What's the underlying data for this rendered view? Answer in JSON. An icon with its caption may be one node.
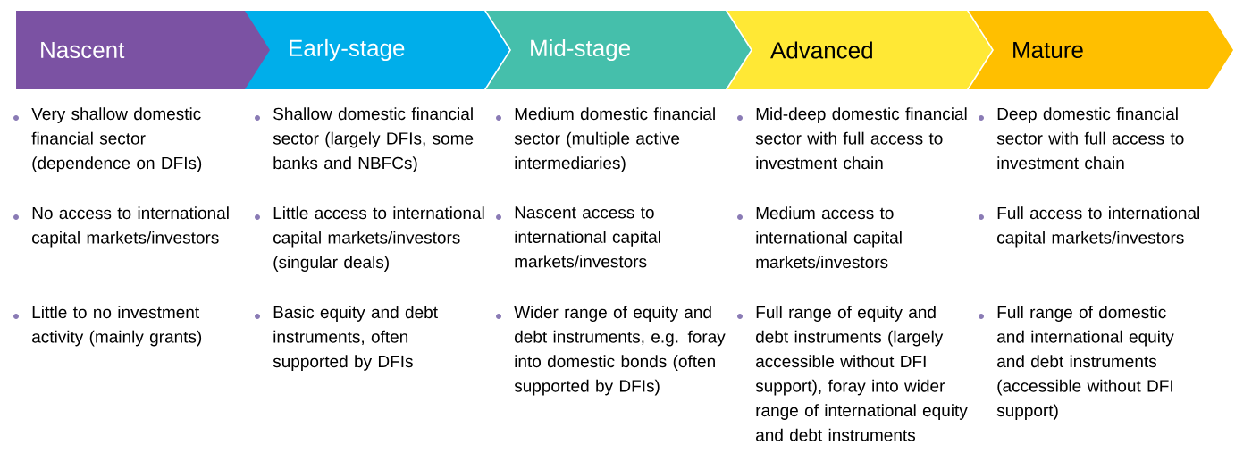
{
  "diagram": {
    "nodes": [
      {
        "text": [
          "Nascent"
        ],
        "beside": [
          "Very shallow domestic financial sector (dependence on DFIs)",
          "No access to international capital markets/investors",
          "Little to no investment activity (mainly grants)"
        ]
      },
      {
        "text": [
          "Early-stage"
        ],
        "beside": [
          "Shallow domestic financial sector (largely DFIs, some banks and NBFCs)",
          "Little access to international capital markets/investors (singular deals)",
          "Basic equity and debt instruments, often supported by DFIs"
        ]
      },
      {
        "text": [
          "Mid-stage"
        ],
        "beside": [
          "Medium domestic financial sector (multiple active intermediaries)",
          "Nascent access to international capital markets/investors",
          "Wider range of equity and debt instruments, e.g. foray into domestic bonds (often supported by DFIs)"
        ]
      },
      {
        "text": [
          "Advanced"
        ],
        "beside": [
          "Mid-deep domestic financial sector with full access to investment chain",
          "Medium access to international capital markets/investors",
          "Full range of equity and debt instruments (largely accessible without DFI support), foray into wider range of international equity and debt instruments"
        ]
      },
      {
        "text": [
          "Mature"
        ],
        "beside": [
          "Deep domestic financial sector with full access to investment chain",
          "Full access to international capital markets/investors",
          "Full range of domestic and international equity and debt instruments (accessible without DFI support)"
        ]
      }
    ]
  }
}
